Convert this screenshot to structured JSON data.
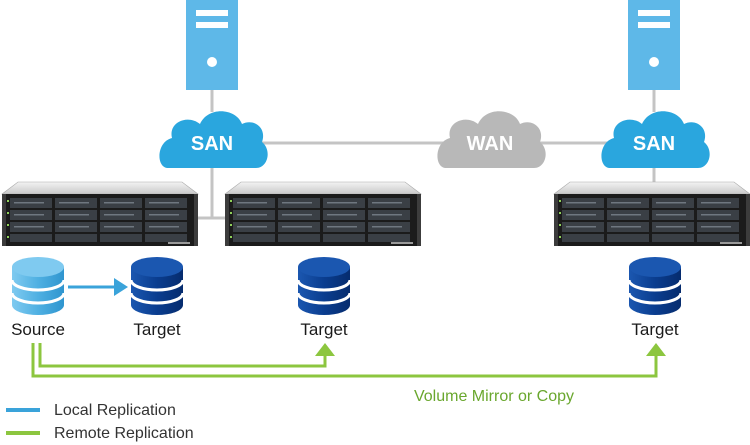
{
  "colors": {
    "server_blue": "#5eb8e8",
    "san_blue": "#2aa6de",
    "wan_gray": "#b8b8b8",
    "source_db": "#4fb0e2",
    "target_db": "#0a3d8f",
    "local_line": "#3aa3da",
    "remote_line": "#8cc63f",
    "network_line": "#c4c4c4"
  },
  "clouds": {
    "san_left": "SAN",
    "wan": "WAN",
    "san_right": "SAN"
  },
  "databases": {
    "source": "Source",
    "target_local": "Target",
    "target_middle": "Target",
    "target_remote": "Target"
  },
  "mirror_label": "Volume Mirror or Copy",
  "legend": {
    "local": "Local Replication",
    "remote": "Remote Replication"
  },
  "icons": [
    "server-icon",
    "cloud-icon",
    "storage-array-icon",
    "database-icon",
    "arrow-icon"
  ]
}
